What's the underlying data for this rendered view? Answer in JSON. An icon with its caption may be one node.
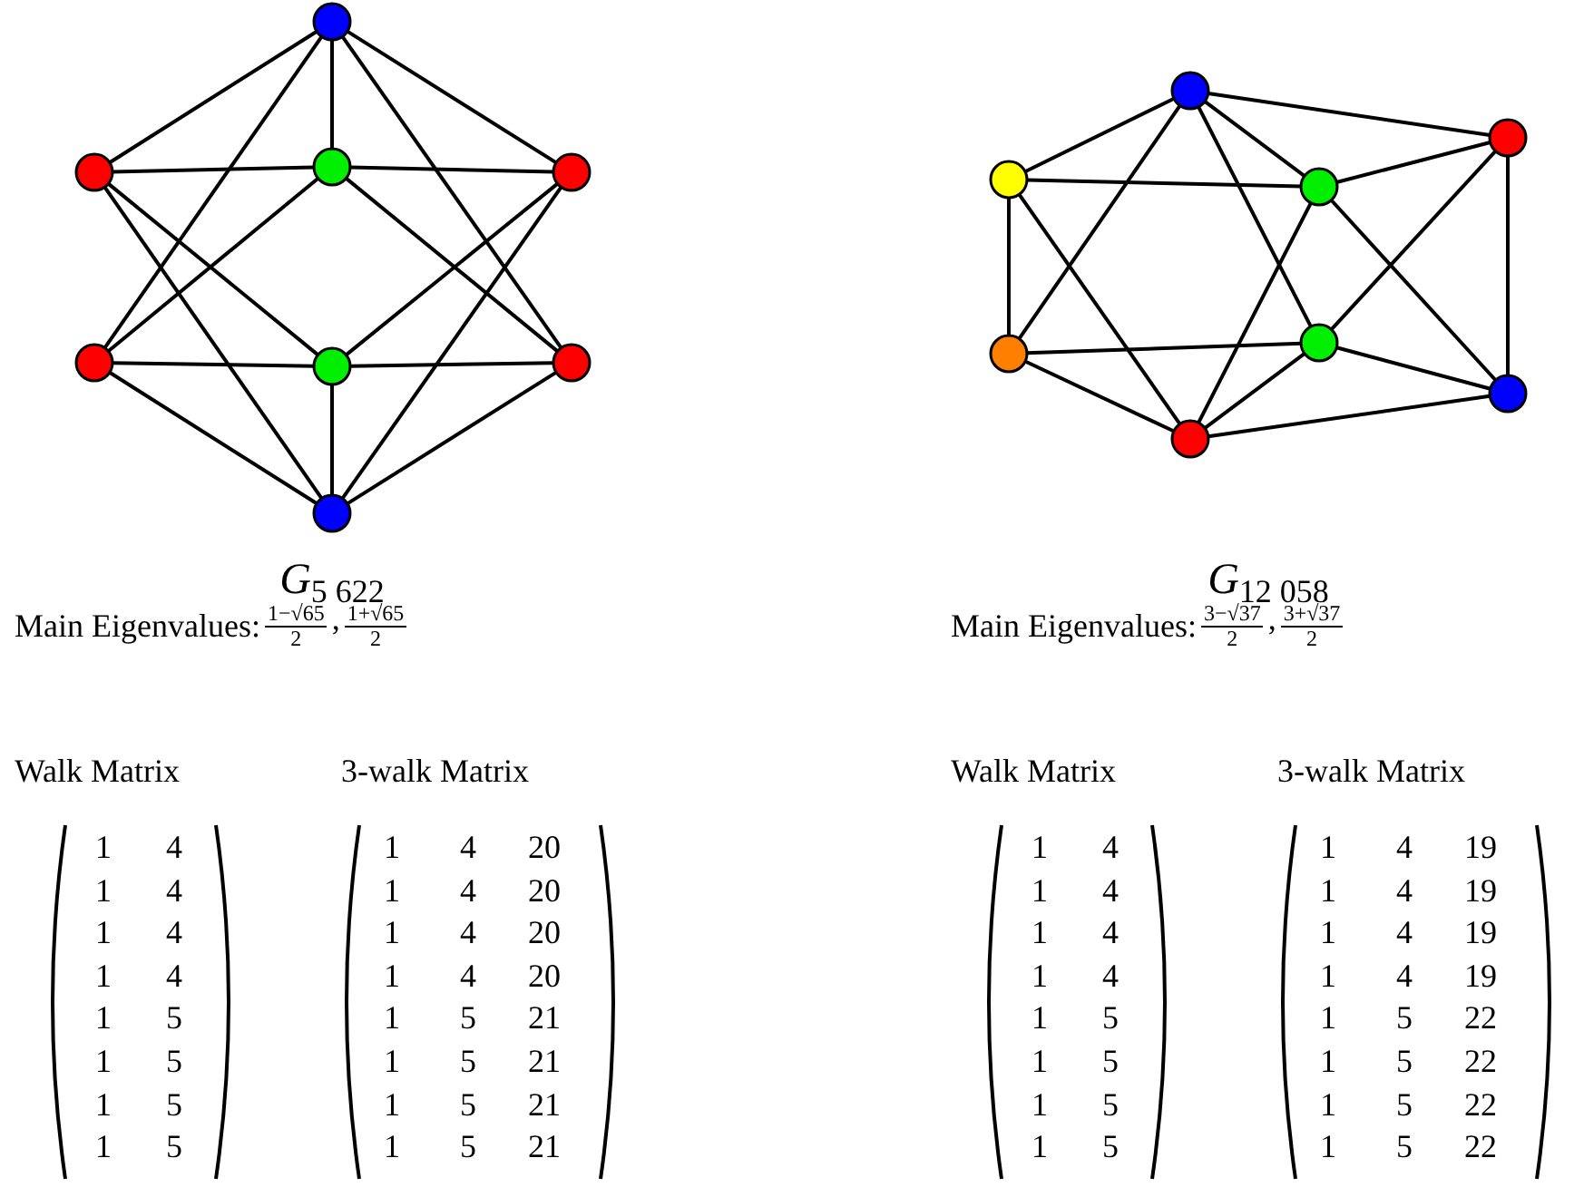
{
  "diagram": {
    "nodes": [
      {
        "text": [],
        "shape": "circle"
      },
      {
        "text": [],
        "shape": "circle"
      },
      {
        "text": [],
        "shape": "circle"
      },
      {
        "text": [],
        "shape": "circle"
      },
      {
        "text": [],
        "shape": "circle"
      },
      {
        "text": [],
        "shape": "circle"
      },
      {
        "text": [],
        "shape": "circle"
      },
      {
        "text": [],
        "shape": "circle"
      },
      {
        "text": [],
        "shape": "circle"
      },
      {
        "text": [],
        "shape": "circle"
      },
      {
        "text": [],
        "shape": "circle"
      },
      {
        "text": [],
        "shape": "circle"
      },
      {
        "text": [],
        "shape": "circle"
      },
      {
        "text": [],
        "shape": "circle"
      },
      {
        "text": [],
        "shape": "circle"
      },
      {
        "text": [],
        "shape": "circle"
      }
    ],
    "edges": [
      {
        "from": 0,
        "to": 1,
        "arrow": "none"
      },
      {
        "from": 0,
        "to": 2,
        "arrow": "none"
      },
      {
        "from": 0,
        "to": 3,
        "arrow": "none"
      },
      {
        "from": 0,
        "to": 4,
        "arrow": "none"
      },
      {
        "from": 0,
        "to": 6,
        "arrow": "none"
      },
      {
        "from": 1,
        "to": 2,
        "arrow": "none"
      },
      {
        "from": 1,
        "to": 5,
        "arrow": "none"
      },
      {
        "from": 1,
        "to": 7,
        "arrow": "none"
      },
      {
        "from": 2,
        "to": 3,
        "arrow": "none"
      },
      {
        "from": 2,
        "to": 4,
        "arrow": "none"
      },
      {
        "from": 2,
        "to": 6,
        "arrow": "none"
      },
      {
        "from": 3,
        "to": 5,
        "arrow": "none"
      },
      {
        "from": 3,
        "to": 7,
        "arrow": "none"
      },
      {
        "from": 4,
        "to": 5,
        "arrow": "none"
      },
      {
        "from": 4,
        "to": 7,
        "arrow": "none"
      },
      {
        "from": 5,
        "to": 6,
        "arrow": "none"
      },
      {
        "from": 5,
        "to": 7,
        "arrow": "none"
      },
      {
        "from": 6,
        "to": 7,
        "arrow": "none"
      },
      {
        "from": 8,
        "to": 9,
        "arrow": "none"
      },
      {
        "from": 8,
        "to": 12,
        "arrow": "none"
      },
      {
        "from": 8,
        "to": 10,
        "arrow": "none"
      },
      {
        "from": 8,
        "to": 13,
        "arrow": "none"
      },
      {
        "from": 8,
        "to": 11,
        "arrow": "none"
      },
      {
        "from": 9,
        "to": 10,
        "arrow": "none"
      },
      {
        "from": 9,
        "to": 12,
        "arrow": "none"
      },
      {
        "from": 9,
        "to": 15,
        "arrow": "none"
      },
      {
        "from": 10,
        "to": 11,
        "arrow": "none"
      },
      {
        "from": 10,
        "to": 15,
        "arrow": "none"
      },
      {
        "from": 10,
        "to": 14,
        "arrow": "none"
      },
      {
        "from": 11,
        "to": 13,
        "arrow": "none"
      },
      {
        "from": 11,
        "to": 14,
        "arrow": "none"
      },
      {
        "from": 12,
        "to": 13,
        "arrow": "none"
      },
      {
        "from": 12,
        "to": 15,
        "arrow": "none"
      },
      {
        "from": 13,
        "to": 15,
        "arrow": "none"
      },
      {
        "from": 13,
        "to": 14,
        "arrow": "none"
      },
      {
        "from": 14,
        "to": 15,
        "arrow": "none"
      }
    ],
    "labels": [
      "*G*$_{5 622}$",
      "Main Eigenvalues:",
      "1−√65",
      "2",
      ",",
      "1+√65",
      "2",
      "Walk Matrix",
      "3-walk Matrix",
      "1",
      "4",
      "1",
      "4",
      "1",
      "4",
      "1",
      "4",
      "1",
      "5",
      "1",
      "5",
      "1",
      "5",
      "1",
      "5",
      "1",
      "4",
      "20",
      "1",
      "4",
      "20",
      "1",
      "4",
      "20",
      "1",
      "4",
      "20",
      "1",
      "5",
      "21",
      "1",
      "5",
      "21",
      "1",
      "5",
      "21",
      "1",
      "5",
      "21",
      "*G*$_{12 058}$",
      "Main Eigenvalues:",
      "3−√37",
      "2",
      ",",
      "3+√37",
      "2",
      "Walk Matrix",
      "3-walk Matrix",
      "1",
      "4",
      "1",
      "4",
      "1",
      "4",
      "1",
      "4",
      "1",
      "5",
      "1",
      "5",
      "1",
      "5",
      "1",
      "5",
      "1",
      "4",
      "19",
      "1",
      "4",
      "19",
      "1",
      "4",
      "19",
      "1",
      "4",
      "19",
      "1",
      "5",
      "22",
      "1",
      "5",
      "22",
      "1",
      "5",
      "22",
      "1",
      "5",
      "22"
    ]
  }
}
